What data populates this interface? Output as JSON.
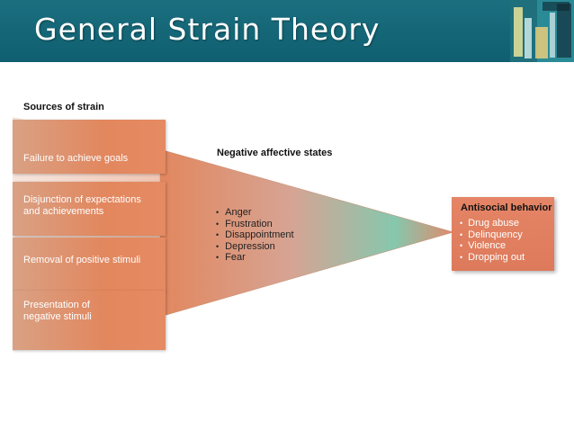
{
  "slide": {
    "title": "General Strain Theory"
  },
  "diagram": {
    "sources_heading": "Sources of strain",
    "sources": [
      "Failure to achieve goals",
      "Disjunction of expectations\nand achievements",
      "Removal of positive stimuli",
      "Presentation of\nnegative stimuli"
    ],
    "negative_states_heading": "Negative affective states",
    "negative_states": [
      "Anger",
      "Frustration",
      "Disappointment",
      "Depression",
      "Fear"
    ],
    "antisocial_heading": "Antisocial behavior",
    "antisocial_items": [
      "Drug abuse",
      "Delinquency",
      "Violence",
      "Dropping out"
    ]
  },
  "colors": {
    "title_bar": "#156879",
    "source_box": "#e2875e",
    "funnel_start": "#e2875e",
    "funnel_end": "#7cc2a8",
    "antisocial_box": "#e08060"
  }
}
